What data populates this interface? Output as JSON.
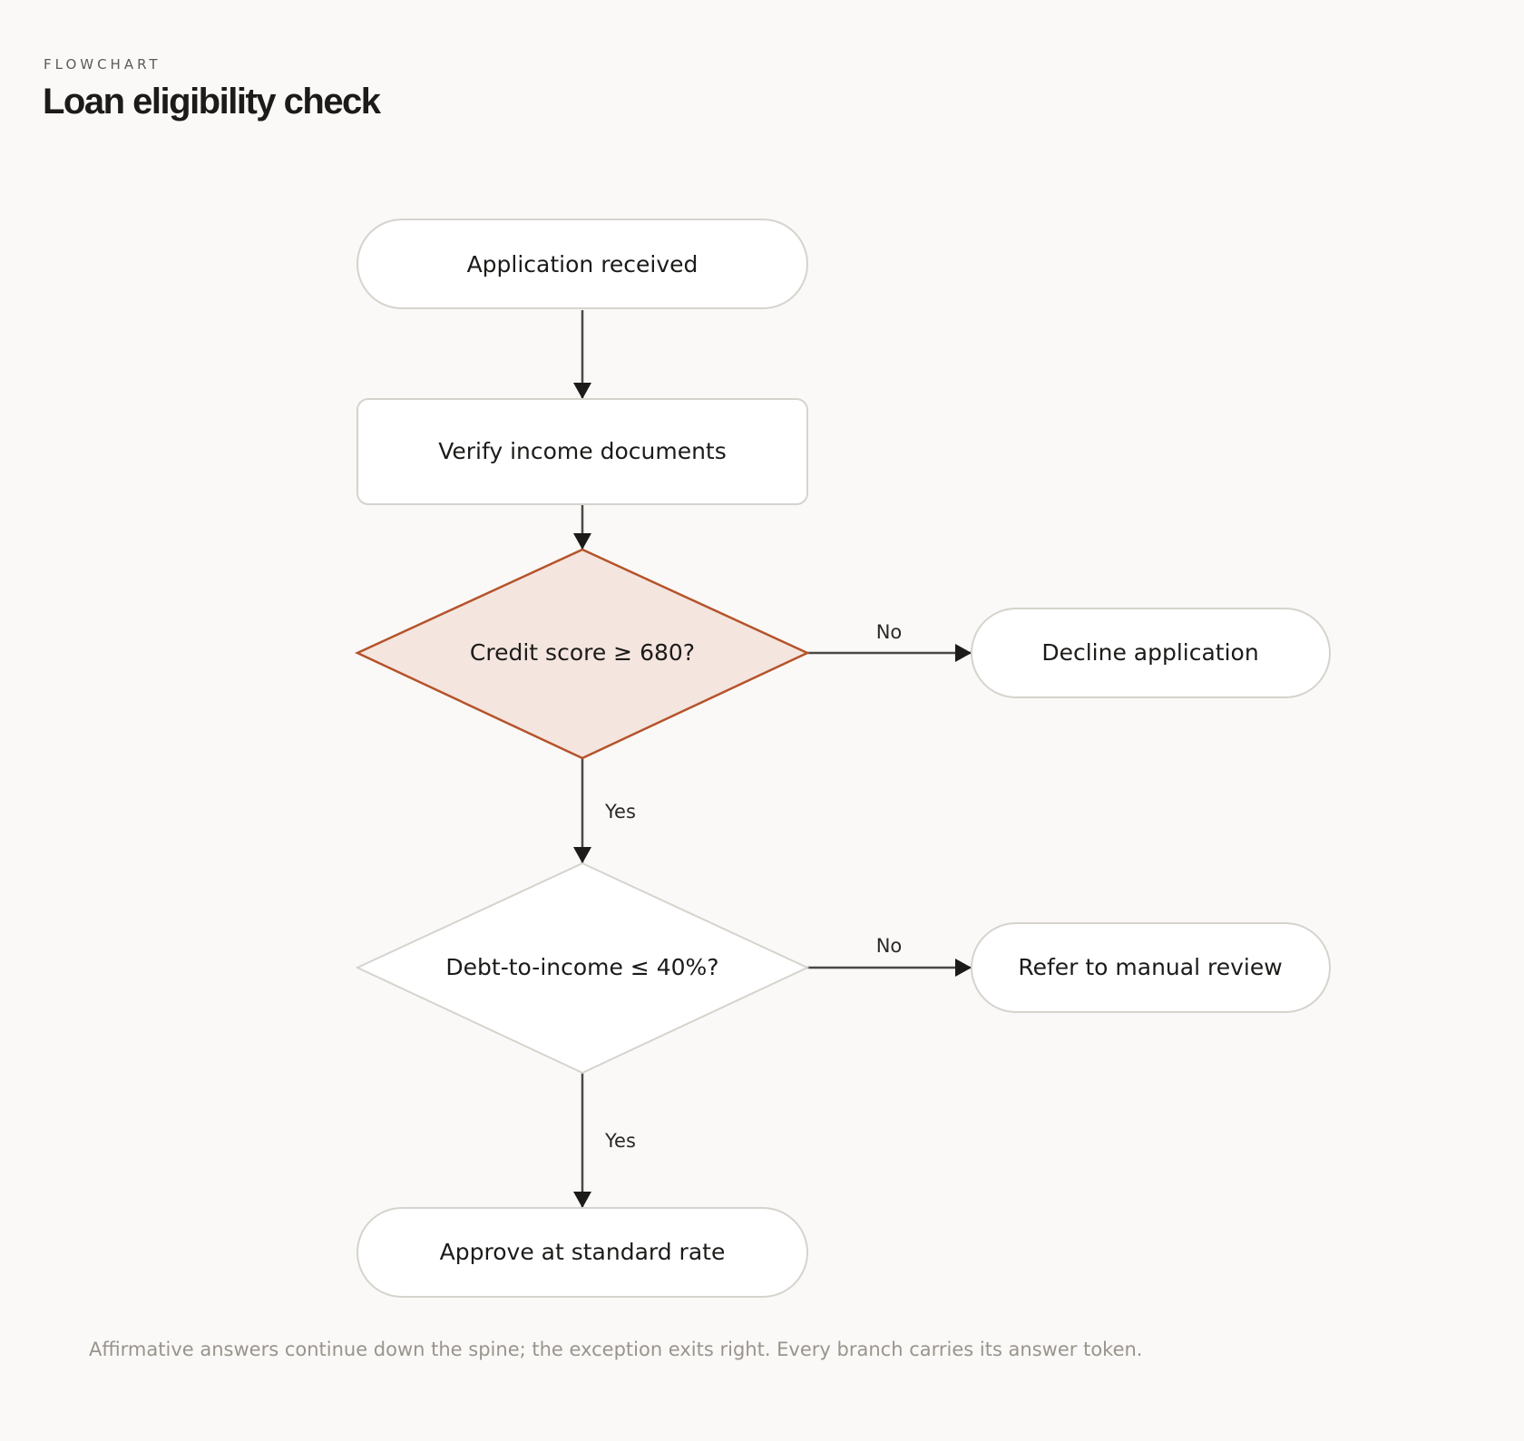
{
  "header": {
    "eyebrow": "FLOWCHART",
    "title": "Loan eligibility check"
  },
  "nodes": {
    "start": "Application received",
    "verify": "Verify income documents",
    "credit": "Credit score ≥ 680?",
    "decline": "Decline application",
    "dti": "Debt-to-income ≤ 40%?",
    "review": "Refer to manual review",
    "approve": "Approve at standard rate"
  },
  "edges": {
    "credit_no": "No",
    "credit_yes": "Yes",
    "dti_no": "No",
    "dti_yes": "Yes"
  },
  "colors": {
    "highlight_fill": "#f4e5df",
    "highlight_stroke": "#b5532a",
    "node_stroke": "#d6d3cd",
    "edge": "#4a4945"
  },
  "footnote": "Affirmative answers continue down the spine; the exception exits right. Every branch carries its answer token."
}
